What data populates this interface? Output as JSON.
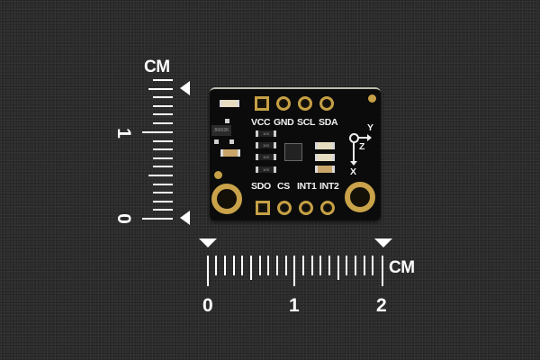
{
  "scene": {
    "description": "Photo of a small black breakout sensor board on dark textured background with centimeter rulers",
    "background_color": "#2b2b2b"
  },
  "vertical_ruler": {
    "unit_label": "CM",
    "tick_labels": [
      "1",
      "0"
    ],
    "color": "#ffffff"
  },
  "horizontal_ruler": {
    "unit_label": "CM",
    "tick_labels": [
      "0",
      "1",
      "2"
    ],
    "color": "#ffffff"
  },
  "board": {
    "color": "#0b0b0b",
    "pad_color": "#c6a046",
    "top_pins": [
      "VCC",
      "GND",
      "SCL",
      "SDA"
    ],
    "bottom_pins": [
      "SDO",
      "CS",
      "INT1",
      "INT2"
    ],
    "regulator_marking": "J6662K",
    "resistor_markings": [
      "103",
      "103",
      "103",
      "103"
    ],
    "axis_labels": {
      "y": "Y",
      "z": "Z",
      "x": "X"
    }
  }
}
